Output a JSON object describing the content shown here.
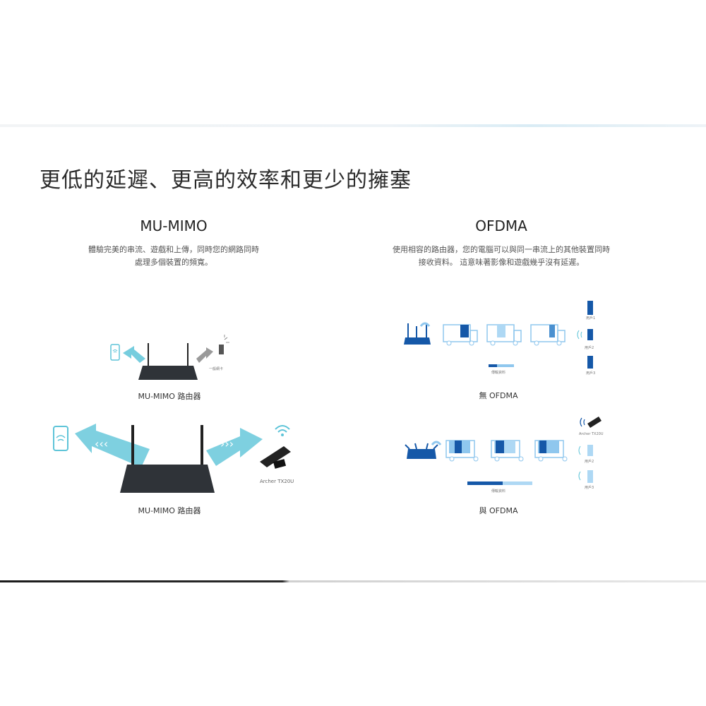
{
  "title": "更低的延遲、更高的效率和更少的擁塞",
  "left": {
    "heading": "MU-MIMO",
    "desc_line1": "體驗完美的串流、遊戲和上傳，同時您的網路同時",
    "desc_line2": "處理多個裝置的頻寬。",
    "diagram1": {
      "usb_label": "一般網卡",
      "caption": "MU-MIMO 路由器"
    },
    "diagram2": {
      "usb_label": "Archer TX20U",
      "caption": "MU-MIMO 路由器"
    }
  },
  "right": {
    "heading": "OFDMA",
    "desc_line1": "使用相容的路由器，您的電腦可以與同一串流上的其他裝置同時",
    "desc_line2": "接收資料。 這意味著影像和遊戲幾乎沒有延遲。",
    "diagram1": {
      "device_labels": [
        "用戶1",
        "用戶2",
        "用戶3"
      ],
      "bar_label": "傳輸資料",
      "caption": "無 OFDMA"
    },
    "diagram2": {
      "device_labels": [
        "Archer TX20U",
        "用戶2",
        "用戶3"
      ],
      "bar_label": "傳輸資料",
      "caption": "與 OFDMA"
    }
  },
  "colors": {
    "router": "#2f3338",
    "arrow": "#5ec4d8",
    "blue_dark": "#1558a8",
    "blue_light": "#8fc7ee"
  }
}
